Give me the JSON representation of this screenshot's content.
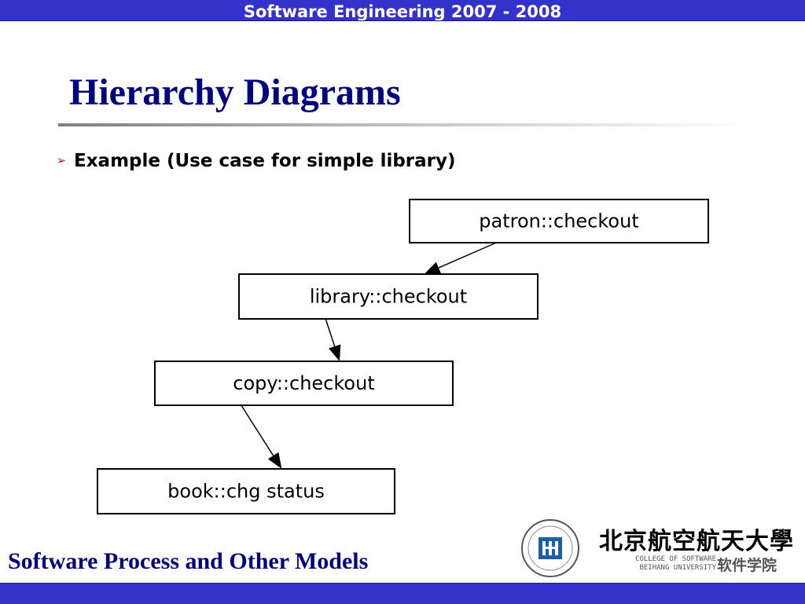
{
  "header": {
    "text": "Software Engineering 2007 - 2008"
  },
  "slide": {
    "title": "Hierarchy Diagrams",
    "bullet": "Example (Use case for simple library)"
  },
  "diagram": {
    "nodes": [
      {
        "id": "patron",
        "label": "patron::checkout"
      },
      {
        "id": "library",
        "label": "library::checkout"
      },
      {
        "id": "copy",
        "label": "copy::checkout"
      },
      {
        "id": "book",
        "label": "book::chg status"
      }
    ],
    "edges": [
      {
        "from": "patron",
        "to": "library"
      },
      {
        "from": "library",
        "to": "copy"
      },
      {
        "from": "copy",
        "to": "book"
      }
    ]
  },
  "footer": {
    "title": "Software Process and Other Models",
    "logo_name_cn": "北京航空航天大學",
    "logo_sub_en_line1": "COLLEGE OF SOFTWARE",
    "logo_sub_en_line2": "BEIHANG UNIVERSITY",
    "logo_sub_cn": "软件学院"
  },
  "colors": {
    "bar_blue": "#3333cc",
    "title_navy": "#000080",
    "bullet_red": "#cc0000",
    "logo_blue": "#1a5fa8"
  }
}
